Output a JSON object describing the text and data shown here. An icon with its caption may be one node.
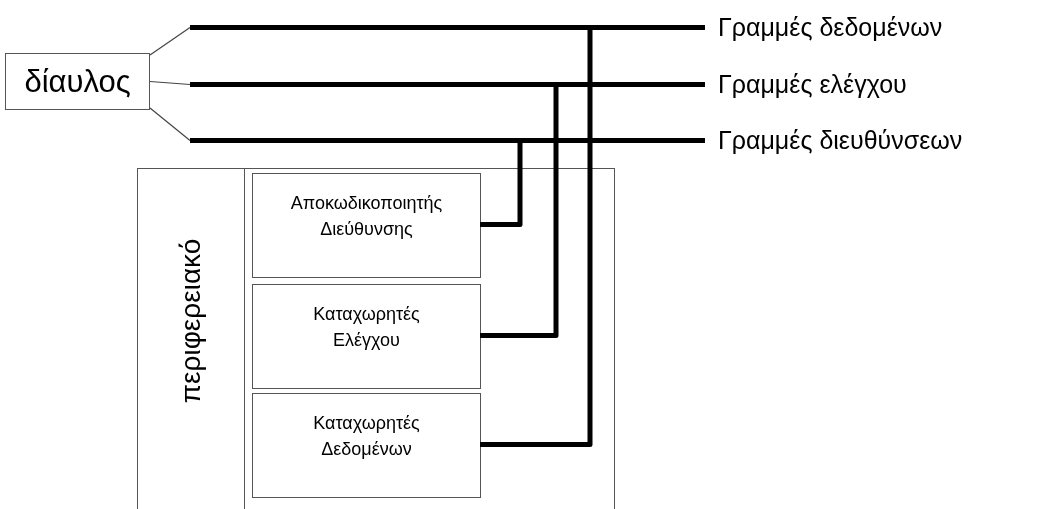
{
  "diagram": {
    "nodes": [
      {
        "text": [
          "δίαυλος"
        ]
      },
      {
        "text": [],
        "shape": "bar",
        "beside": [
          "Γραμμές δεδομένων"
        ]
      },
      {
        "text": [],
        "shape": "bar",
        "beside": [
          "Γραμμές ελέγχου"
        ]
      },
      {
        "text": [],
        "shape": "bar",
        "beside": [
          "Γραμμές διευθύνσεων"
        ]
      },
      {
        "text": [
          "περιφερειακό"
        ]
      },
      {
        "text": [
          "Αποκωδικοποιητής Διεύθυνσης"
        ],
        "in": 4
      },
      {
        "text": [
          "Καταχωρητές Ελέγχου"
        ],
        "in": 4
      },
      {
        "text": [
          "Καταχωρητές Δεδομένων"
        ],
        "in": 4
      }
    ],
    "edges": [
      {
        "from": 0,
        "to": 1,
        "arrow": "none"
      },
      {
        "from": 0,
        "to": 2,
        "arrow": "none"
      },
      {
        "from": 0,
        "to": 3,
        "arrow": "none"
      },
      {
        "from": 5,
        "to": 3,
        "arrow": "none",
        "style": "thick"
      },
      {
        "from": 6,
        "to": 2,
        "arrow": "none",
        "style": "thick"
      },
      {
        "from": 7,
        "to": 1,
        "arrow": "none",
        "style": "thick"
      }
    ]
  }
}
